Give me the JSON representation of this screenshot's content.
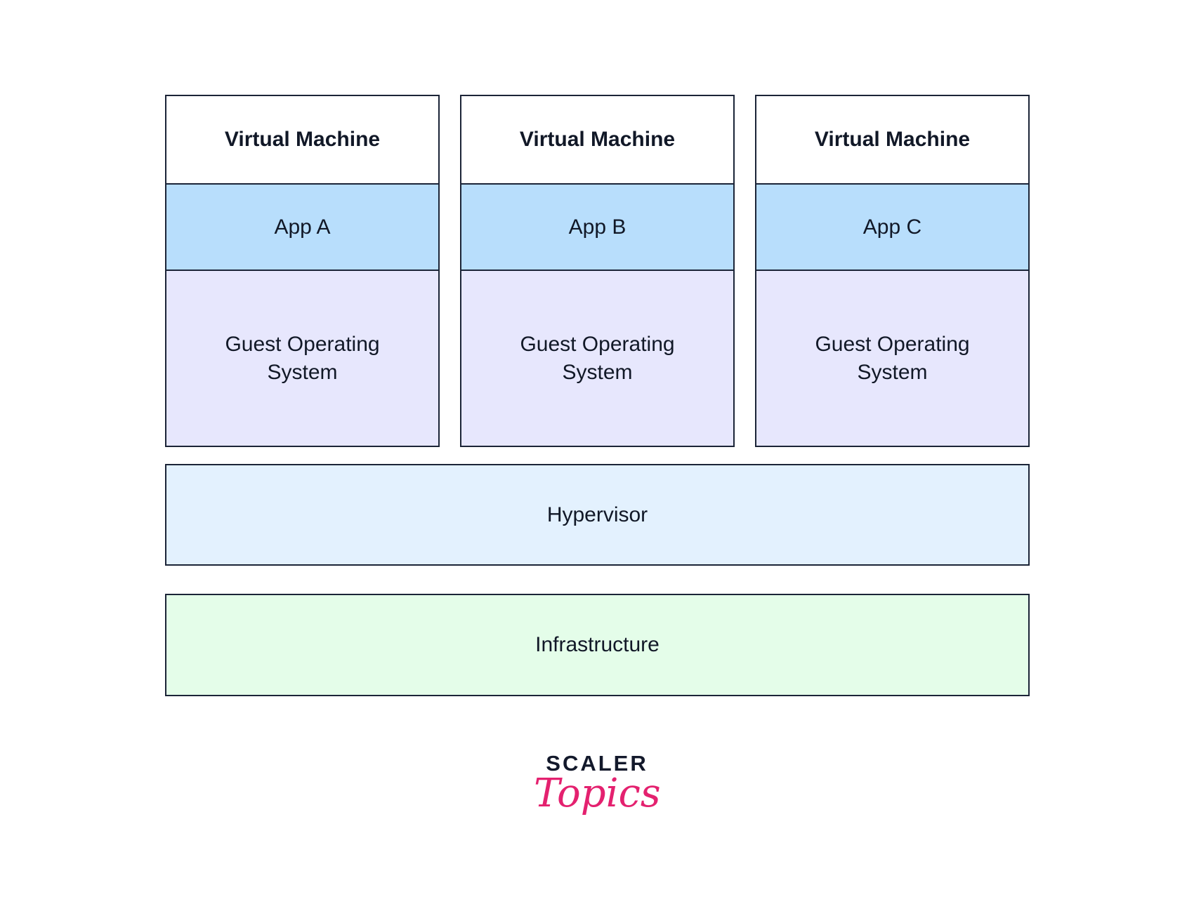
{
  "diagram": {
    "virtual_machines": [
      {
        "header": "Virtual Machine",
        "app": "App A",
        "guest_os": "Guest Operating System"
      },
      {
        "header": "Virtual Machine",
        "app": "App B",
        "guest_os": "Guest Operating System"
      },
      {
        "header": "Virtual Machine",
        "app": "App C",
        "guest_os": "Guest Operating System"
      }
    ],
    "hypervisor": "Hypervisor",
    "infrastructure": "Infrastructure"
  },
  "colors": {
    "border": "#1b2437",
    "vm_header": "#ffffff",
    "app": "#b8defc",
    "guest_os": "#e7e7fd",
    "hypervisor": "#e3f1fe",
    "infrastructure": "#e4fde9",
    "logo_dark": "#13192b",
    "logo_pink": "#e4216f"
  },
  "logo": {
    "line1": "SCALER",
    "line2": "Topics"
  }
}
